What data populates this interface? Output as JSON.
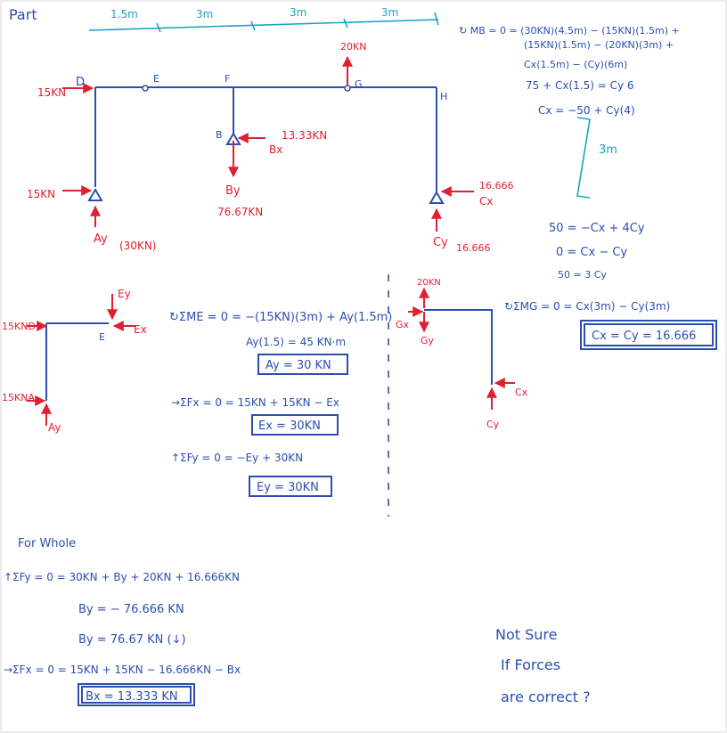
{
  "header": {
    "part": "Part"
  },
  "dimensions": [
    "1.5m",
    "3m",
    "3m",
    "3m"
  ],
  "frame": {
    "joints": {
      "D": "D",
      "E": "E",
      "F": "F",
      "G": "G",
      "H": "H",
      "B": "B"
    },
    "loads": {
      "load_top_d": "15KN",
      "load_bottom_a": "15KN",
      "load_g": "20KN",
      "bx_value": "13.33KN",
      "bx": "Bx",
      "by": "By",
      "by_value": "76.67KN",
      "cx_value": "16.666",
      "cx": "Cx",
      "cy": "Cy",
      "cy_value": "16.666",
      "ay": "Ay",
      "ay_value": "(30KN)"
    }
  },
  "moment_b": {
    "lines": [
      "↻ MB = 0 = (30KN)(4.5m) − (15KN)(1.5m) +",
      "(15KN)(1.5m) − (20KN)(3m) +",
      "Cx(1.5m) − (Cy)(6m)",
      "75 + Cx(1.5) = Cy 6",
      "Cx = −50 + Cy(4)"
    ],
    "side_dim": "3m",
    "solve": [
      "50 = −Cx + 4Cy",
      "0 = Cx − Cy",
      "50 = 3 Cy"
    ]
  },
  "left_fbd": {
    "labels": {
      "ey": "Ey",
      "ex": "Ex",
      "e": "E",
      "d_load": "15KND",
      "a_load": "15KNA",
      "ay": "Ay"
    },
    "eqs": [
      "↻ΣME = 0 = −(15KN)(3m) + Ay(1.5m)",
      "Ay(1.5) = 45 KN·m",
      "Ay = 30 KN",
      "→ΣFx = 0 =  15KN + 15KN − Ex",
      "Ex = 30KN",
      "↑ΣFy = 0 = −Ey + 30KN",
      "Ey = 30KN"
    ]
  },
  "right_fbd": {
    "labels": {
      "load": "20KN",
      "gx": "Gx",
      "gy": "Gy",
      "cx": "Cx",
      "cy": "Cy"
    },
    "eq": "↻ΣMG = 0 =   Cx(3m) − Cy(3m)",
    "result": "Cx = Cy = 16.666"
  },
  "whole": {
    "title": "For Whole",
    "lines": [
      "↑ΣFy = 0 =   30KN + By + 20KN + 16.666KN",
      "By = − 76.666 KN",
      "By = 76.67 KN  (↓)",
      "→ΣFx = 0 =  15KN + 15KN − 16.666KN − Bx",
      "Bx = 13.333 KN"
    ]
  },
  "note": [
    "Not Sure",
    "If Forces",
    "are correct ?"
  ]
}
